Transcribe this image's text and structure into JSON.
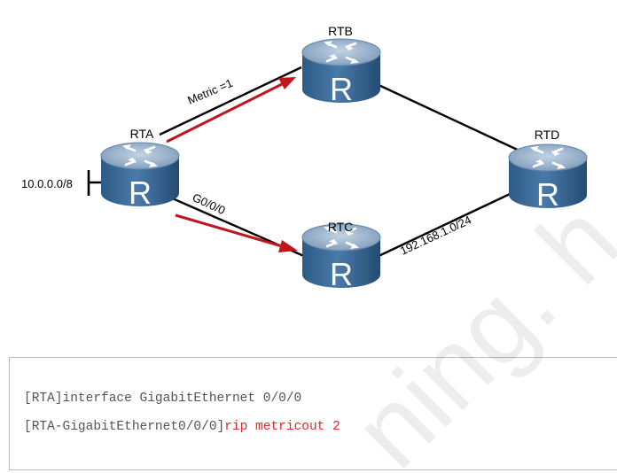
{
  "routers": {
    "rta": {
      "label": "RTA",
      "glyph": "R"
    },
    "rtb": {
      "label": "RTB",
      "glyph": "R"
    },
    "rtc": {
      "label": "RTC",
      "glyph": "R"
    },
    "rtd": {
      "label": "RTD",
      "glyph": "R"
    }
  },
  "labels": {
    "network": "10.0.0.0/8",
    "metric": "Metric =1",
    "interface": "G0/0/0",
    "subnet": "192.168.1.0/24"
  },
  "code": {
    "line1": "[RTA]interface GigabitEthernet 0/0/0",
    "line2_prefix": "[RTA-GigabitEthernet0/0/0]",
    "line2_cmd": "rip metricout 2"
  },
  "watermark": {
    "text": "ning. h"
  },
  "colors": {
    "router_top": "#9fb6cd",
    "router_body": "#3f6f9c",
    "arrow": "#c0151c",
    "link": "#000000",
    "command": "#e8242c"
  },
  "icons": {
    "router": "router-icon",
    "arrow": "arrow-icon"
  }
}
